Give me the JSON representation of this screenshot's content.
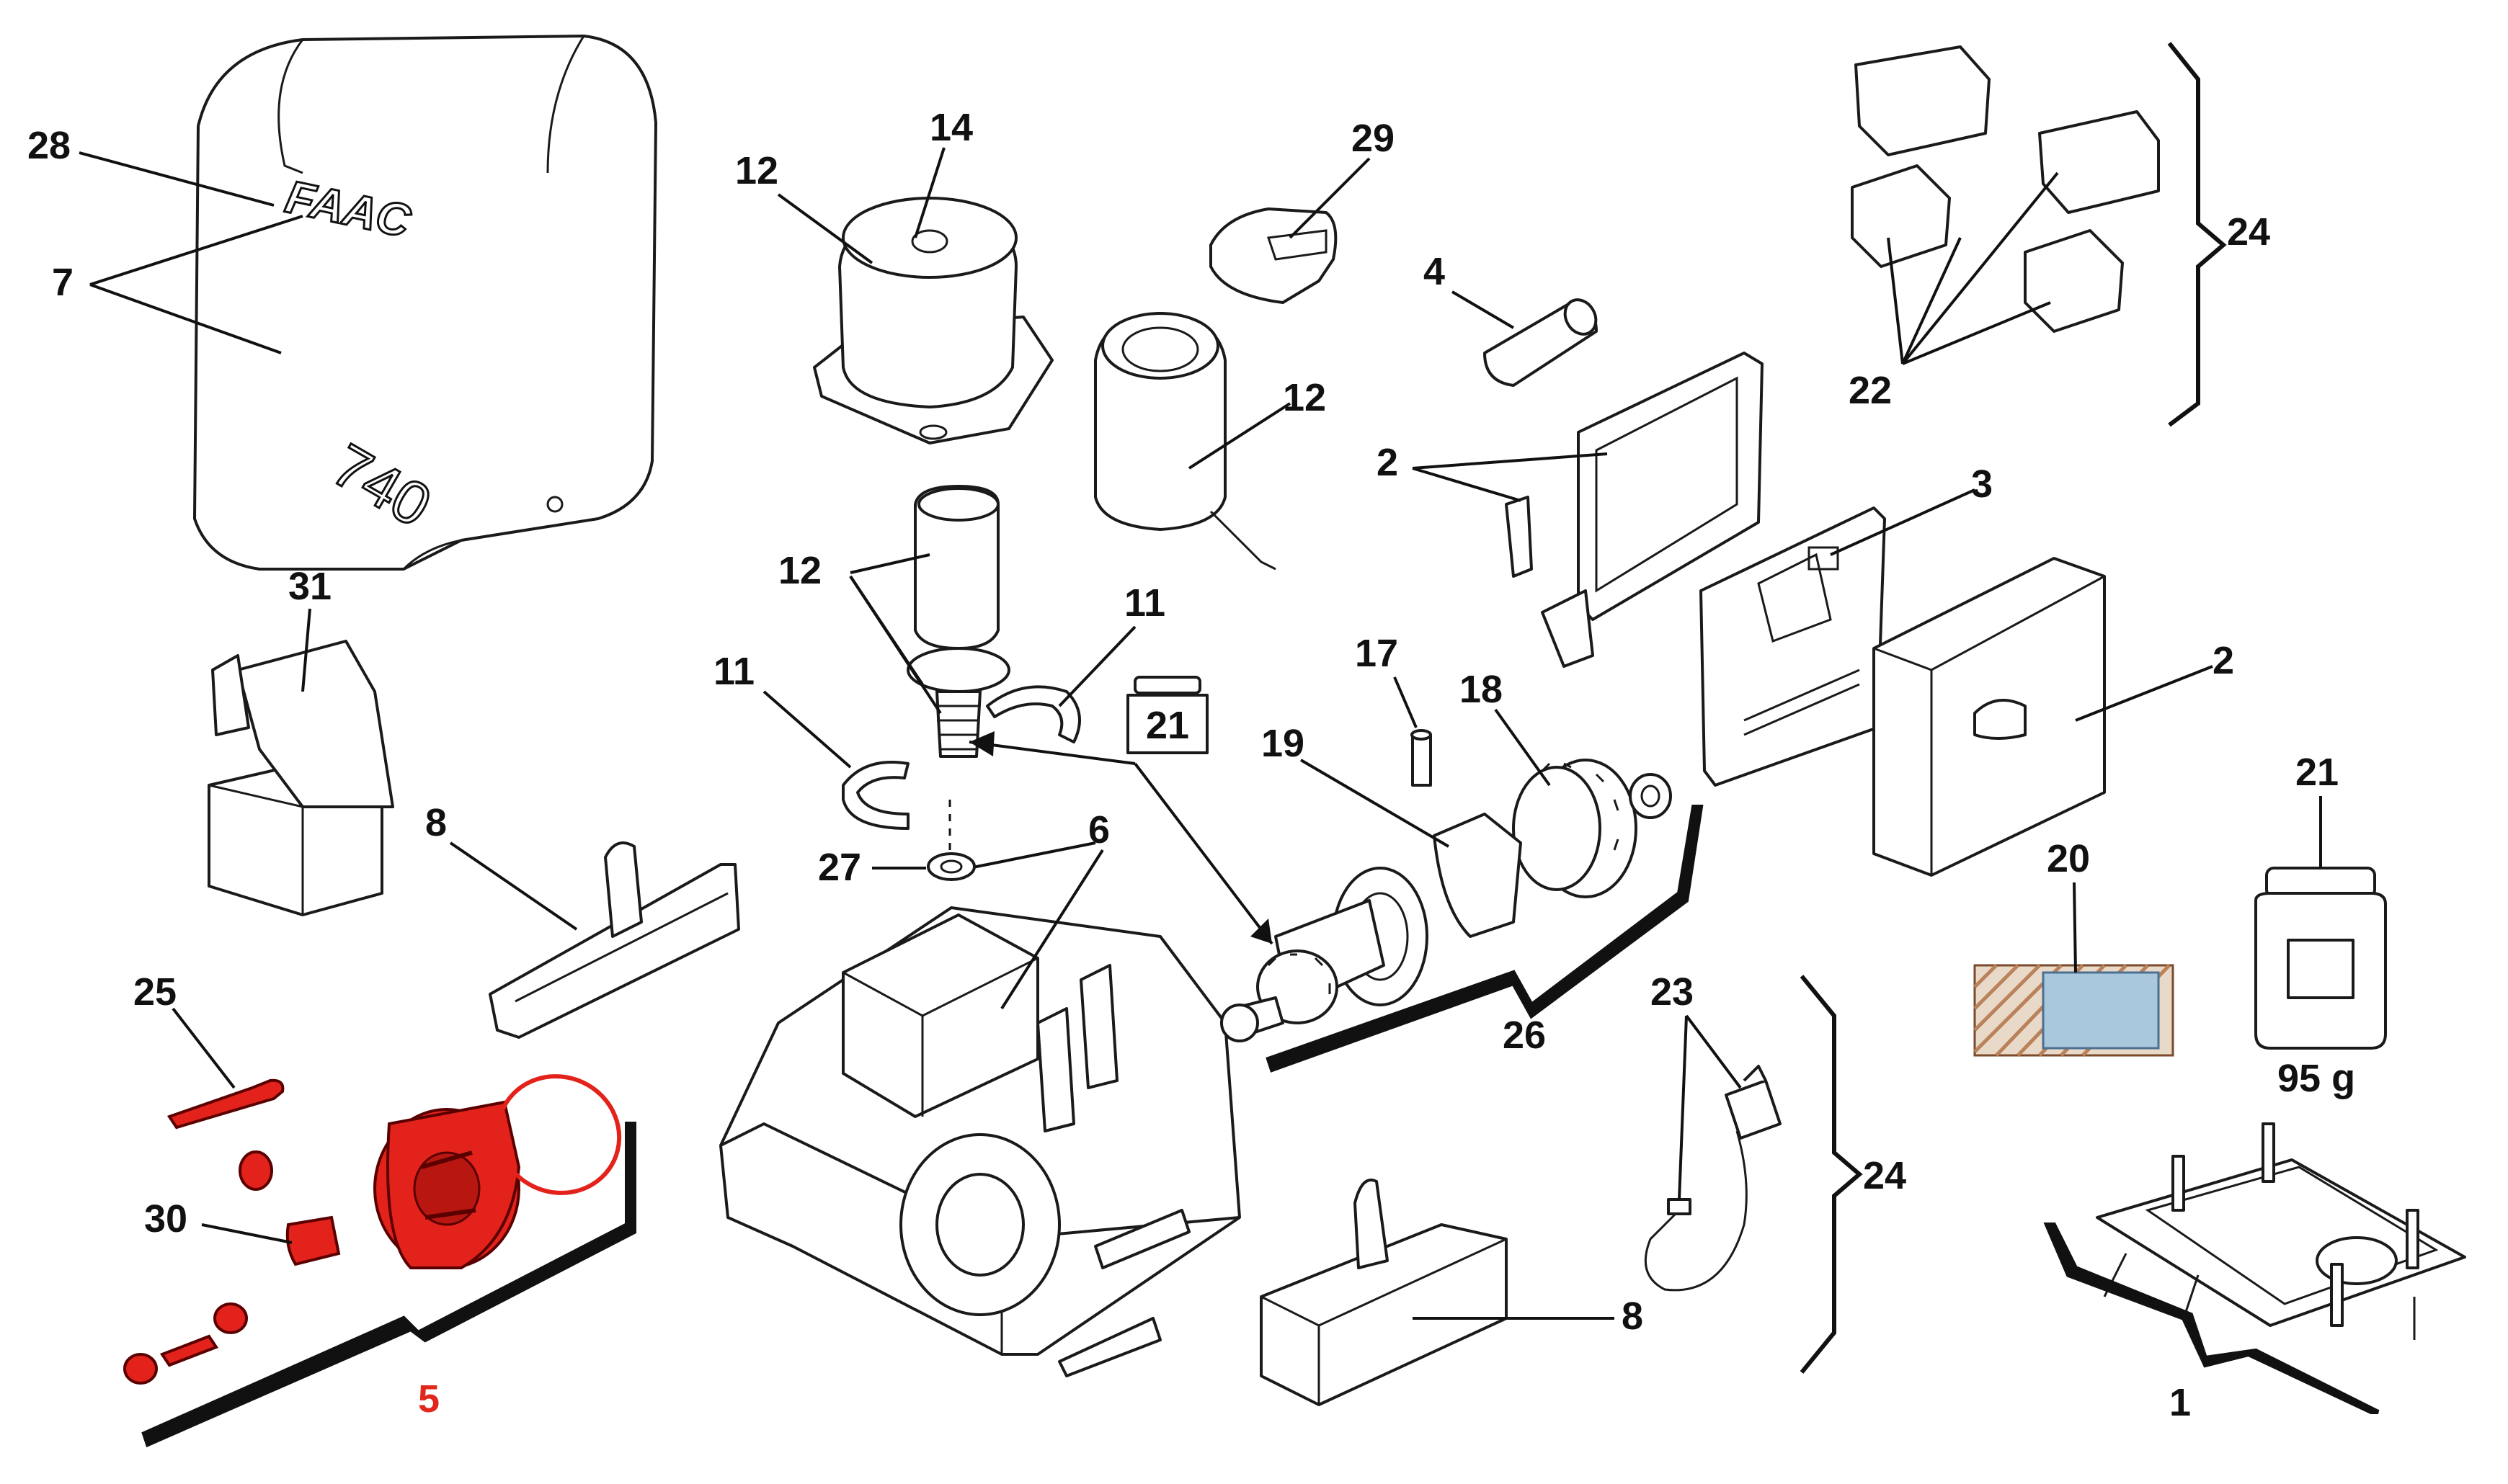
{
  "callouts": {
    "c1": "1",
    "c2a": "2",
    "c2b": "2",
    "c3": "3",
    "c4": "4",
    "c5": "5",
    "c6": "6",
    "c7": "7",
    "c8a": "8",
    "c8b": "8",
    "c11a": "11",
    "c11b": "11",
    "c12a": "12",
    "c12b": "12",
    "c12c": "12",
    "c14": "14",
    "c17": "17",
    "c18": "18",
    "c19": "19",
    "c20": "20",
    "c21a": "21",
    "c21b": "21",
    "c22": "22",
    "c23": "23",
    "c24a": "24",
    "c24b": "24",
    "c25": "25",
    "c26": "26",
    "c27": "27",
    "c28": "28",
    "c29": "29",
    "c30": "30",
    "c31": "31"
  },
  "cover": {
    "logo_text": "FAAC",
    "model_text": "740"
  },
  "grease": {
    "weight": "95 g"
  },
  "colors": {
    "highlight": "#e3231b",
    "line": "#111111",
    "grease_blue": "#a9c7dd",
    "grease_hatch": "#b9825a"
  }
}
